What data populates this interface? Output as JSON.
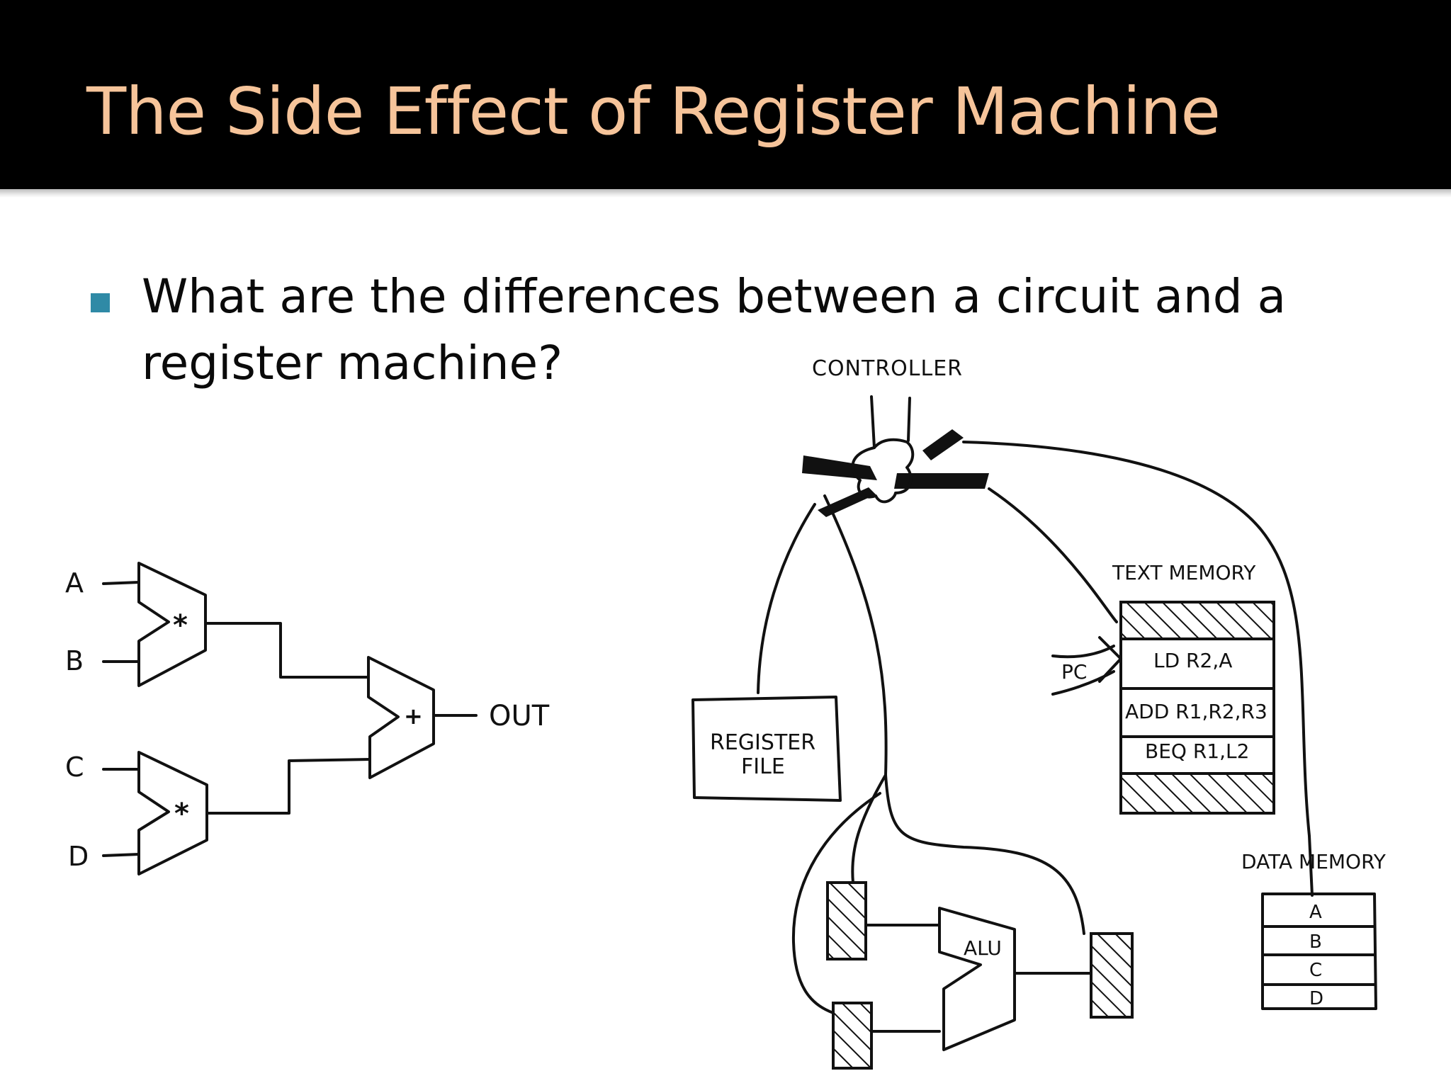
{
  "slide": {
    "title": "The Side Effect of Register Machine",
    "bullets": [
      {
        "text": "What are the differences between a circuit and a register machine?"
      }
    ]
  },
  "circuit": {
    "inputs": [
      "A",
      "B",
      "C",
      "D"
    ],
    "multiply_symbol": "*",
    "add_symbol": "+",
    "output": "OUT"
  },
  "register_machine": {
    "controller": "CONTROLLER",
    "register_file_lines": [
      "REGISTER",
      "FILE"
    ],
    "text_memory": {
      "label": "TEXT MEMORY",
      "pc": "PC",
      "instructions": [
        "LD R2,A",
        "ADD R1,R2,R3",
        "BEQ R1,L2"
      ]
    },
    "alu": "ALU",
    "data_memory": {
      "label": "DATA MEMORY",
      "cells": [
        "A",
        "B",
        "C",
        "D"
      ]
    }
  },
  "colors": {
    "title_bar": "#000000",
    "title_text": "#f6c49a",
    "bullet": "#2f8aa6",
    "ink": "#111111"
  }
}
